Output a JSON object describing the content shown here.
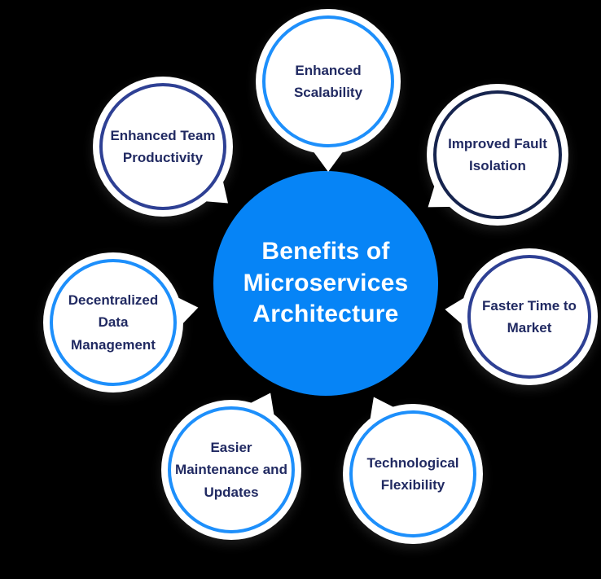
{
  "background_color": "#000000",
  "center": {
    "title": "Benefits of\nMicroservices\nArchitecture",
    "fill_color": "#0684f6",
    "text_color": "#ffffff"
  },
  "label_text_color": "#212a62",
  "bubbles": [
    {
      "id": "enhanced-scalability",
      "label": "Enhanced\nScalability",
      "ring_color": "#1d8ffb"
    },
    {
      "id": "improved-fault-isolation",
      "label": "Improved Fault\nIsolation",
      "ring_color": "#16244e"
    },
    {
      "id": "faster-time-to-market",
      "label": "Faster Time to\nMarket",
      "ring_color": "#2e4094"
    },
    {
      "id": "technological-flexibility",
      "label": "Technological\nFlexibility",
      "ring_color": "#1d8ffb"
    },
    {
      "id": "easier-maintenance-and-updates",
      "label": "Easier\nMaintenance and\nUpdates",
      "ring_color": "#1d8ffb"
    },
    {
      "id": "decentralized-data-management",
      "label": "Decentralized\nData\nManagement",
      "ring_color": "#1d8ffb"
    },
    {
      "id": "enhanced-team-productivity",
      "label": "Enhanced Team\nProductivity",
      "ring_color": "#2e4094"
    }
  ]
}
